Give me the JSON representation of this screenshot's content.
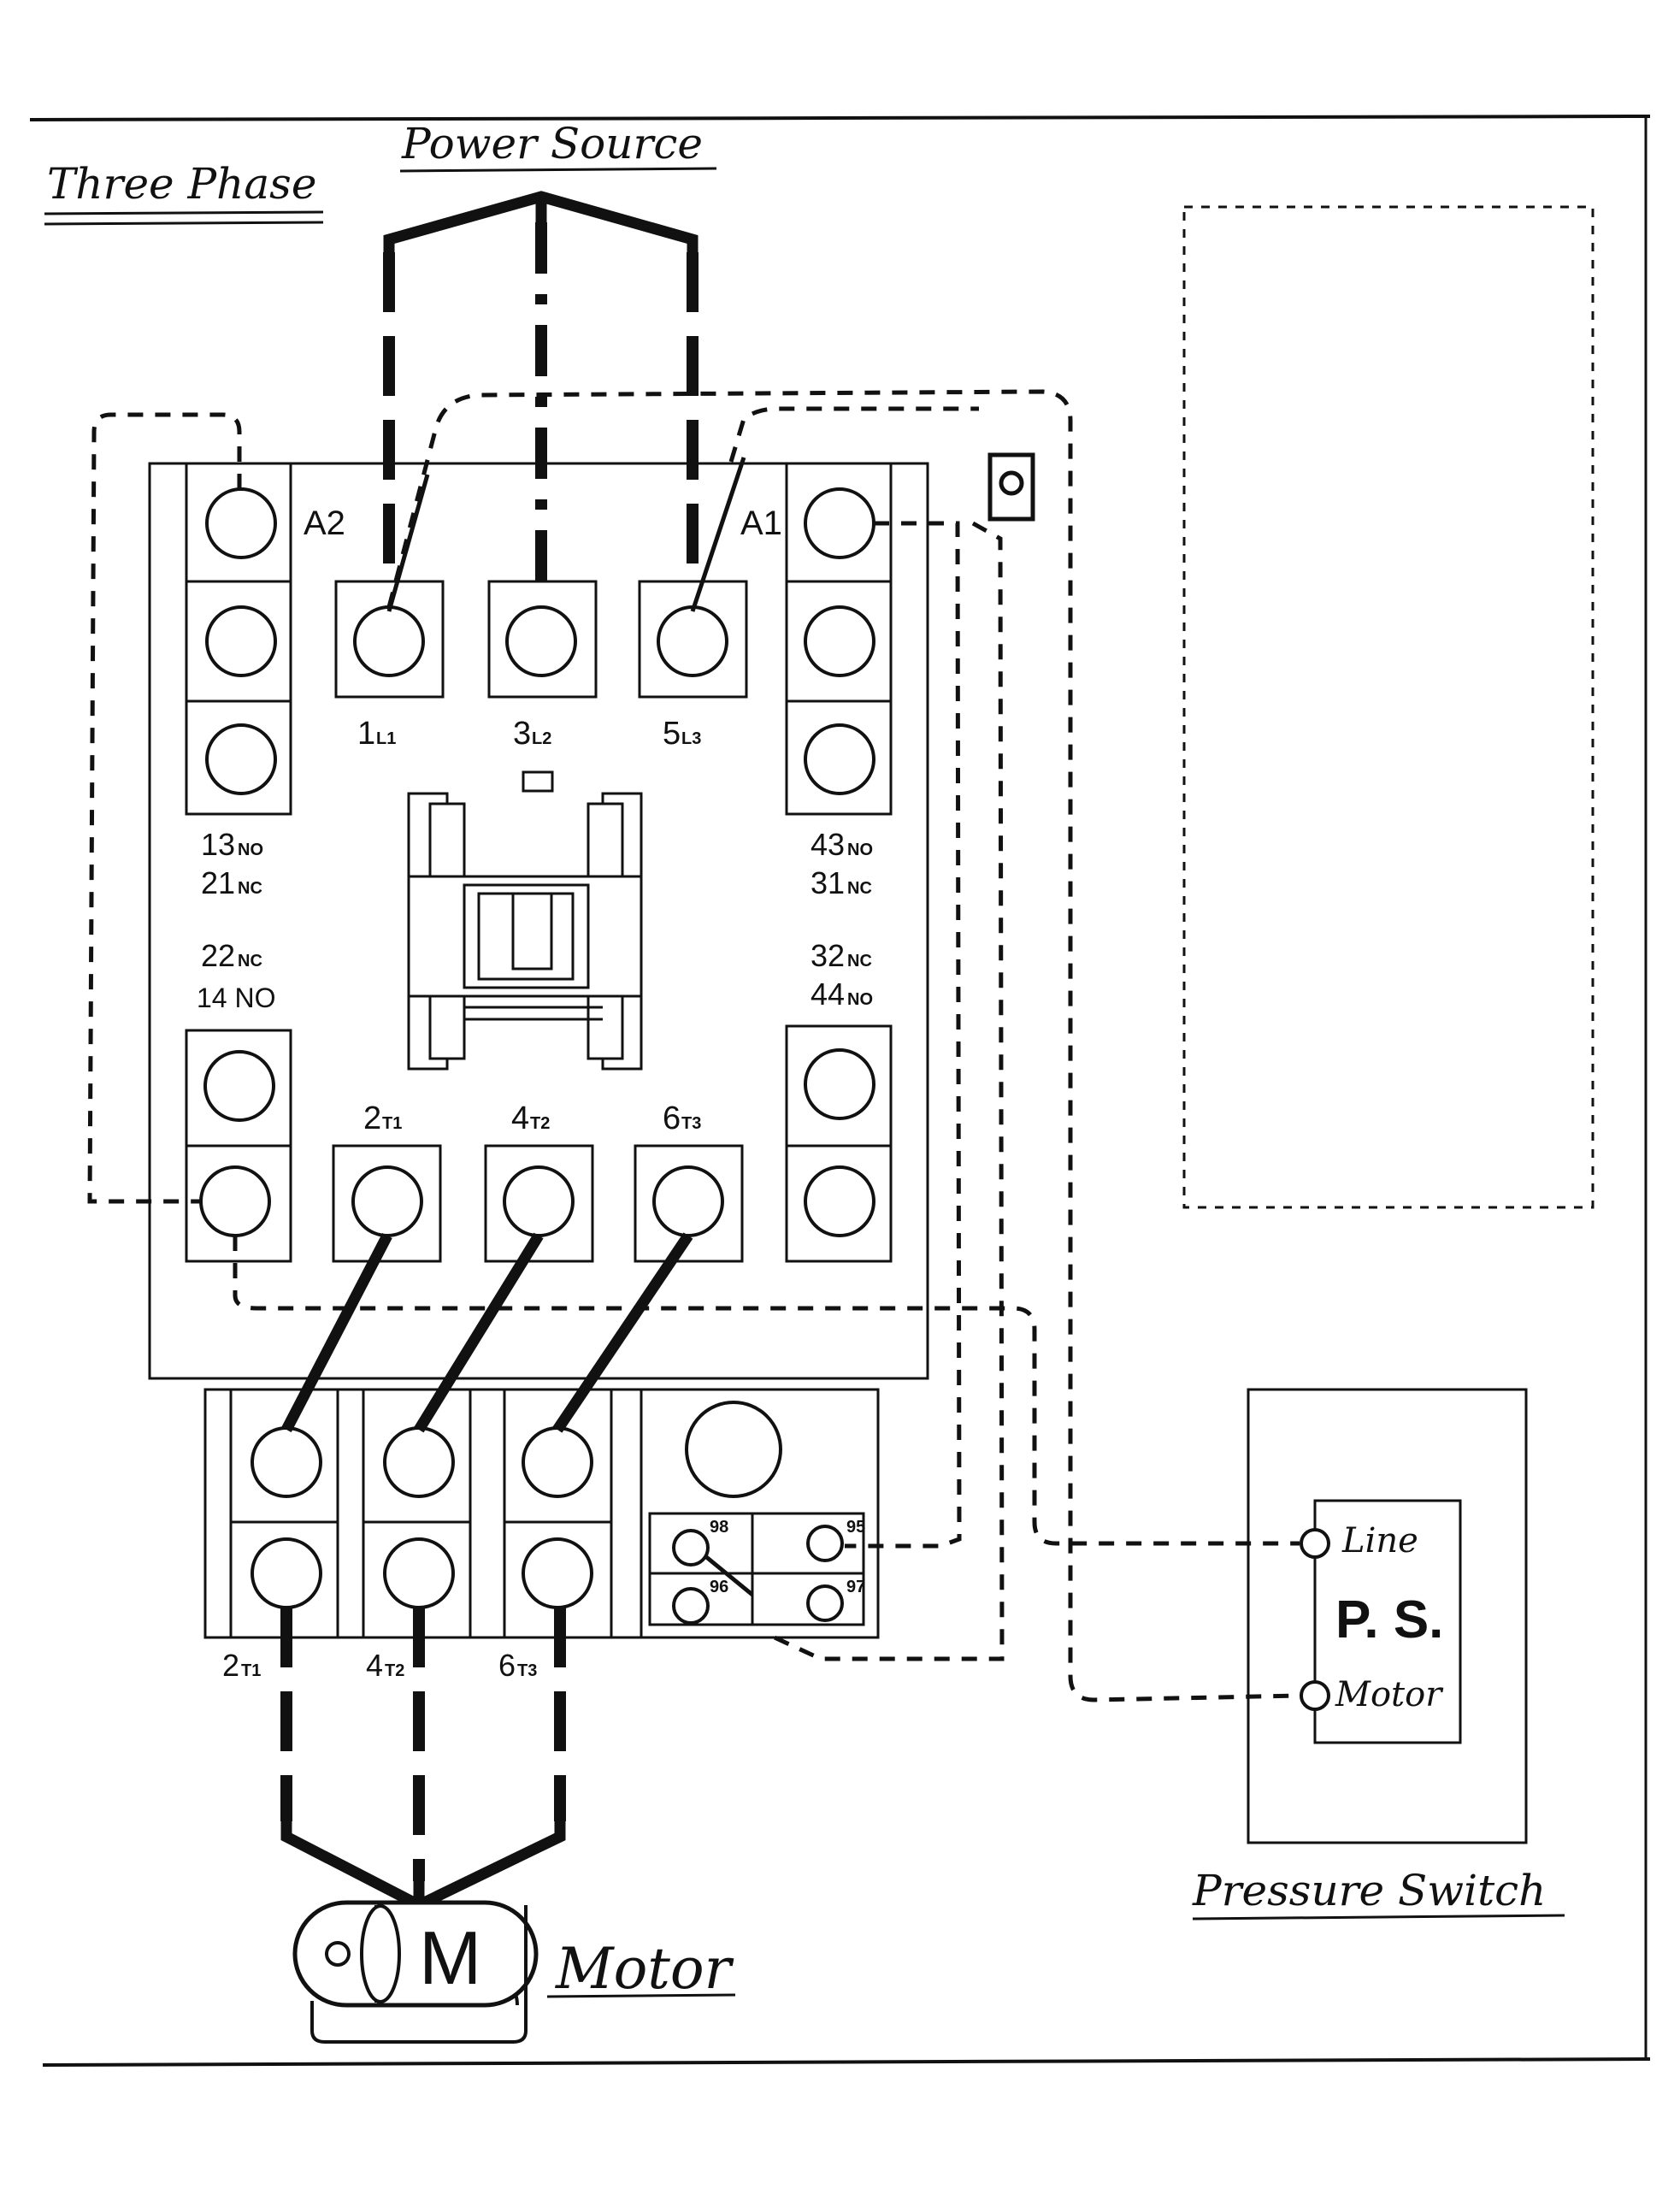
{
  "titles": {
    "three_phase": "Three Phase",
    "power_source": "Power Source",
    "pressure_switch": "Pressure Switch",
    "motor": "Motor"
  },
  "contactor": {
    "coil_a2": "A2",
    "coil_a1": "A1",
    "line_terminals": [
      {
        "num": "1",
        "sub": "L1"
      },
      {
        "num": "3",
        "sub": "L2"
      },
      {
        "num": "5",
        "sub": "L3"
      }
    ],
    "load_terminals": [
      {
        "num": "2",
        "sub": "T1"
      },
      {
        "num": "4",
        "sub": "T2"
      },
      {
        "num": "6",
        "sub": "T3"
      }
    ],
    "aux_left": [
      {
        "num": "13",
        "sub": "NO"
      },
      {
        "num": "21",
        "sub": "NC"
      },
      {
        "num": "22",
        "sub": "NC"
      },
      {
        "num": "14 NO",
        "sub": ""
      }
    ],
    "aux_right": [
      {
        "num": "43",
        "sub": "NO"
      },
      {
        "num": "31",
        "sub": "NC"
      },
      {
        "num": "32",
        "sub": "NC"
      },
      {
        "num": "44",
        "sub": "NO"
      }
    ]
  },
  "overload": {
    "outputs": [
      {
        "num": "2",
        "sub": "T1"
      },
      {
        "num": "4",
        "sub": "T2"
      },
      {
        "num": "6",
        "sub": "T3"
      }
    ],
    "aux_contacts": [
      "98",
      "95",
      "96",
      "97"
    ]
  },
  "pressure_switch_box": {
    "label": "P. S.",
    "terminal_line": "Line",
    "terminal_motor": "Motor"
  },
  "motor_symbol": "M"
}
